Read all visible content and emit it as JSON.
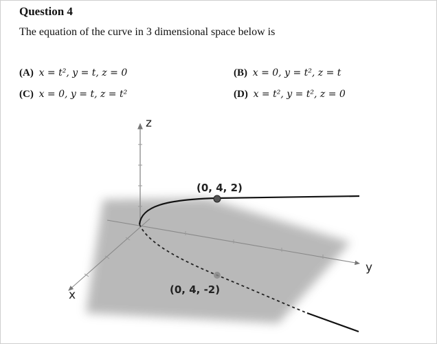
{
  "question": {
    "title": "Question 4",
    "prompt": "The equation of the curve in 3 dimensional space below is"
  },
  "choices": [
    {
      "label": "(A)",
      "equation": "x = t², y = t, z = 0"
    },
    {
      "label": "(B)",
      "equation": "x = 0, y = t², z = t"
    },
    {
      "label": "(C)",
      "equation": "x = 0, y = t, z = t²"
    },
    {
      "label": "(D)",
      "equation": "x = t², y = t², z = 0"
    }
  ],
  "figure": {
    "axes": {
      "x": "x",
      "y": "y",
      "z": "z"
    },
    "points": [
      {
        "label": "(0, 4, 2)",
        "style": "filled"
      },
      {
        "label": "(0, 4, -2)",
        "style": "faded"
      }
    ],
    "colors": {
      "curve": "#111111",
      "plane": "#a6a6a6",
      "axis": "#888888"
    }
  }
}
